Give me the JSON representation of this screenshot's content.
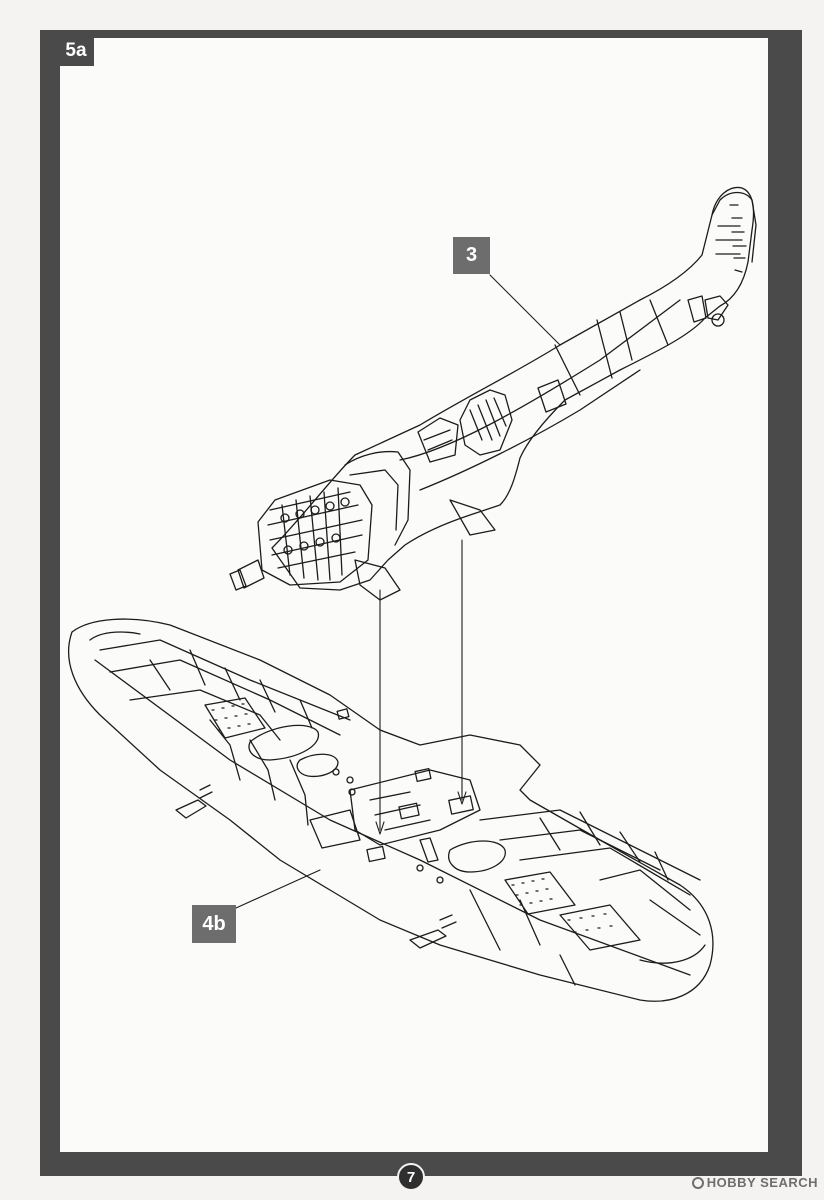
{
  "step": {
    "label": "5a"
  },
  "callouts": {
    "fuselage": "3",
    "wing": "4b"
  },
  "page": {
    "number": "7"
  },
  "watermark": {
    "text": "HOBBY SEARCH"
  }
}
